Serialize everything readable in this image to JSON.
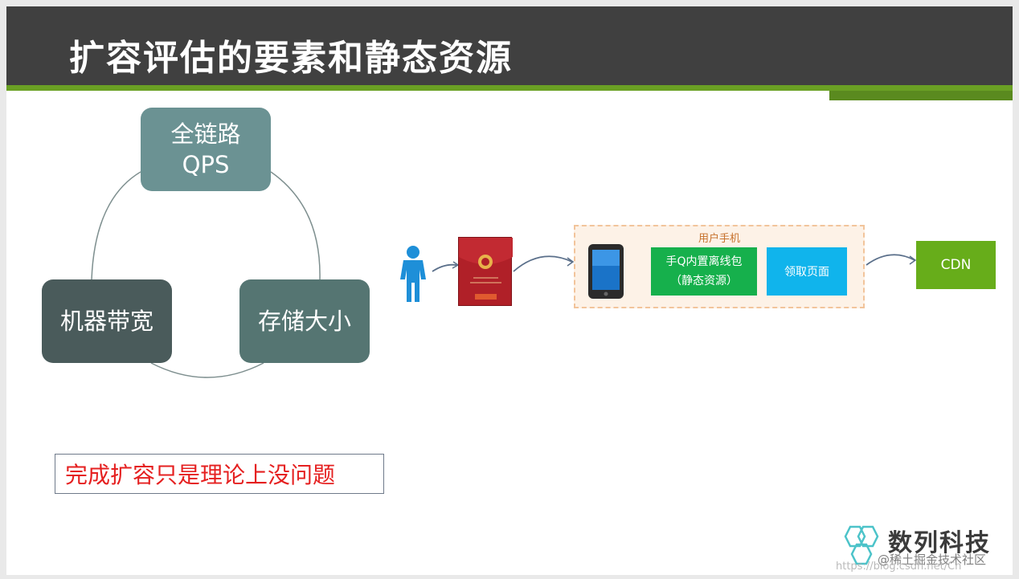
{
  "slide": {
    "title": "扩容评估的要素和静态资源"
  },
  "cycle": {
    "nodes": [
      {
        "line1": "全链路",
        "line2": "QPS"
      },
      {
        "label": "机器带宽"
      },
      {
        "label": "存储大小"
      }
    ]
  },
  "note": "完成扩容只是理论上没问题",
  "flow": {
    "phone_group_label": "用户手机",
    "offline_package": {
      "line1": "手Q内置离线包",
      "line2": "（静态资源）"
    },
    "receive_page": "领取页面",
    "cdn": "CDN"
  },
  "brand": {
    "logo_text": "数列科技",
    "watermark1": "@稀土掘金技术社区",
    "watermark2": "https://blog.csdn.net/Ch"
  },
  "colors": {
    "header": "#404040",
    "accent_green": "#6aa024",
    "note_red": "#e52020"
  }
}
